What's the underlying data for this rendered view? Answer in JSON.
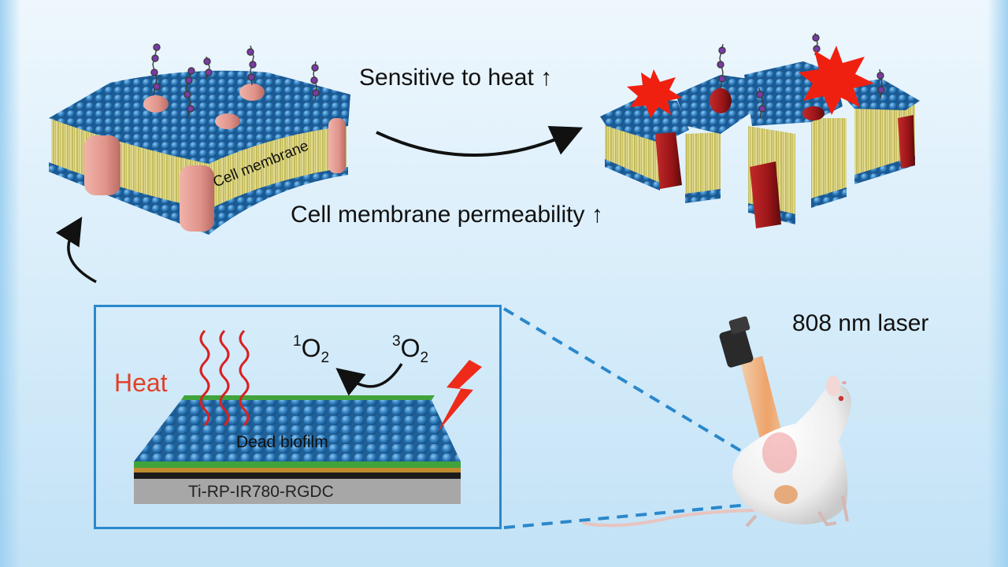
{
  "labels": {
    "sensitive_to_heat": "Sensitive to heat",
    "permeability": "Cell membrane permeability",
    "cell_membrane": "Cell membrane",
    "laser": "808 nm laser",
    "heat": "Heat",
    "dead_biofilm": "Dead biofilm",
    "substrate": "Ti-RP-IR780-RGDC",
    "singlet_oxygen": {
      "superscript": "1",
      "base": "O",
      "subscript": "2"
    },
    "triplet_oxygen": {
      "superscript": "3",
      "base": "O",
      "subscript": "2"
    },
    "up_arrow": "↑"
  },
  "colors": {
    "lipid_head": "#2f7fc0",
    "lipid_tail": "#c9c24a",
    "protein": "#e8a39a",
    "damaged_protein": "#a5181c",
    "glycan": "#7a3aa6",
    "explosion": "#f02010",
    "heat_waves": "#d92121",
    "heat_text": "#e04129",
    "lightning": "#ee2a1a",
    "inset_border": "#2a88cc",
    "laser_beam": "#f2a36a",
    "substrate": "#a7a7a7",
    "biofilm": "#3f8ac8",
    "biofilm_base": "#41a33b"
  }
}
